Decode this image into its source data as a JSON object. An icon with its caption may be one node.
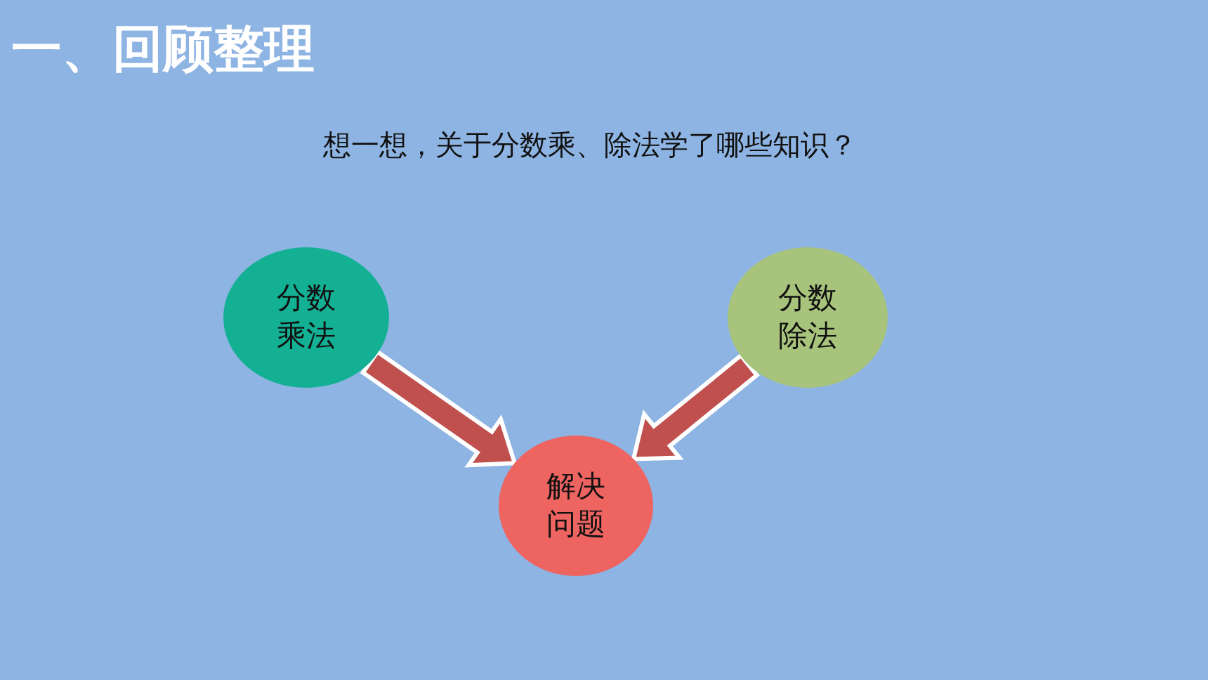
{
  "diagram": {
    "title": "一、回顾整理",
    "nodes": [
      {
        "text": [
          "分数乘法"
        ]
      },
      {
        "text": [
          "分数除法"
        ]
      },
      {
        "text": [
          "解决问题"
        ]
      }
    ],
    "edges": [
      {
        "from": 0,
        "to": 2,
        "arrow": "to",
        "style": "thick"
      },
      {
        "from": 1,
        "to": 2,
        "arrow": "to",
        "style": "thick"
      }
    ],
    "labels": [
      "想一想，关于分数乘、除法学了哪些知识？"
    ]
  }
}
